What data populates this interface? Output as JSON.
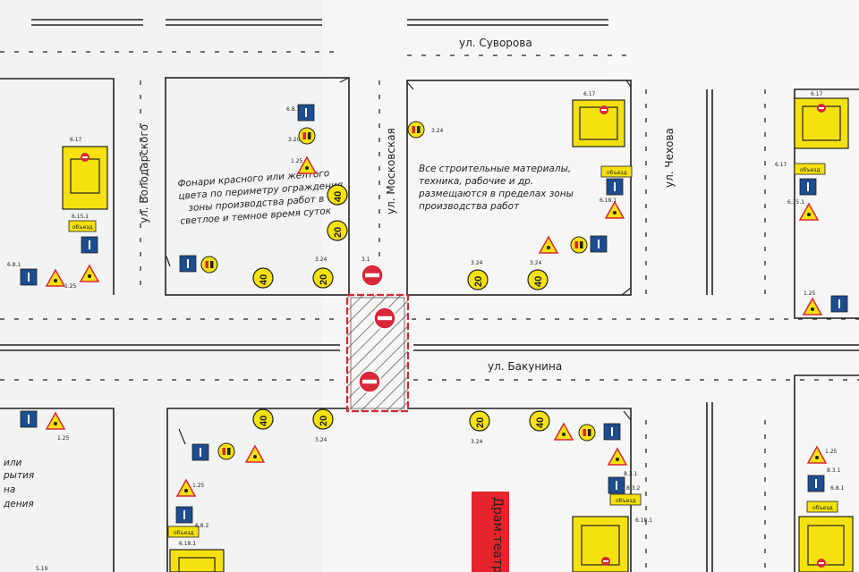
{
  "streets": {
    "suvorova": "ул. Суворова",
    "volodarskogo": "ул. Володарского",
    "moskovskaya": "ул. Московская",
    "chekhova": "ул. Чехова",
    "bakunina": "ул. Бакунина"
  },
  "notes": {
    "lights": [
      "Фонари красного или желтого",
      "цвета по периметру ограждения",
      "зоны производства работ в",
      "светлое и темное время суток"
    ],
    "materials": [
      "Все строительные материалы,",
      "техника, рабочие и др.",
      "размещаются в пределах зоны",
      "производства работ"
    ],
    "left_edge": [
      "или",
      "рытия",
      "на",
      "дения"
    ]
  },
  "theatre": "Драм.театр",
  "speed_limits": {
    "forty": "40",
    "twenty": "20"
  },
  "sign_codes": {
    "c1": "3.24",
    "c2": "1.25",
    "c3": "6.8.1",
    "c4": "6.17",
    "c5": "3.20",
    "c6": "8.3.2",
    "c7": "6.8.2",
    "c8": "3.1",
    "c9": "6.8.1",
    "c10": "8.3.1",
    "c11": "6.15.1",
    "c12": "6.18.1",
    "c13": "1.25",
    "c14": "5.19"
  },
  "detour": "объезд",
  "colors": {
    "sign_yellow": "#f5e10f",
    "sign_red": "#d8283a",
    "sign_blue": "#1d4c8f",
    "theatre_red": "#e5242c",
    "work_zone_red": "#cc2a3a",
    "line": "#222222"
  }
}
